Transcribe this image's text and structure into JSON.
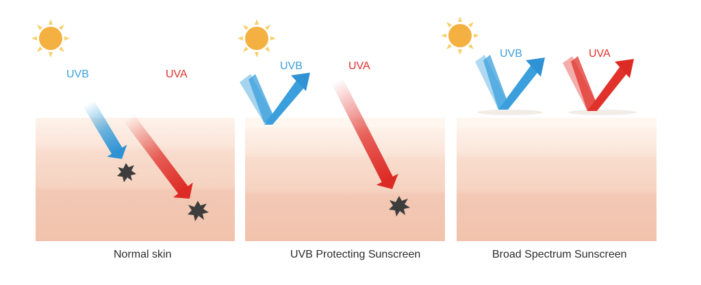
{
  "colors": {
    "uvb": "#3a9fdc",
    "uva": "#e0312b",
    "sun": "#f4b041",
    "sun_rays": "#f7cf68",
    "skin_top": "#fdf0e8",
    "skin_mid": "#f8dccd",
    "skin_deep": "#f2c6b1",
    "damage": "#3d3d3d"
  },
  "panels": [
    {
      "id": "normal-skin",
      "caption": "Normal skin",
      "uvb_label": "UVB",
      "uva_label": "UVA"
    },
    {
      "id": "uvb-protecting-sunscreen",
      "caption": "UVB Protecting Sunscreen",
      "uvb_label": "UVB",
      "uva_label": "UVA"
    },
    {
      "id": "broad-spectrum-sunscreen",
      "caption": "Broad Spectrum Sunscreen",
      "uvb_label": "UVB",
      "uva_label": "UVA"
    }
  ]
}
